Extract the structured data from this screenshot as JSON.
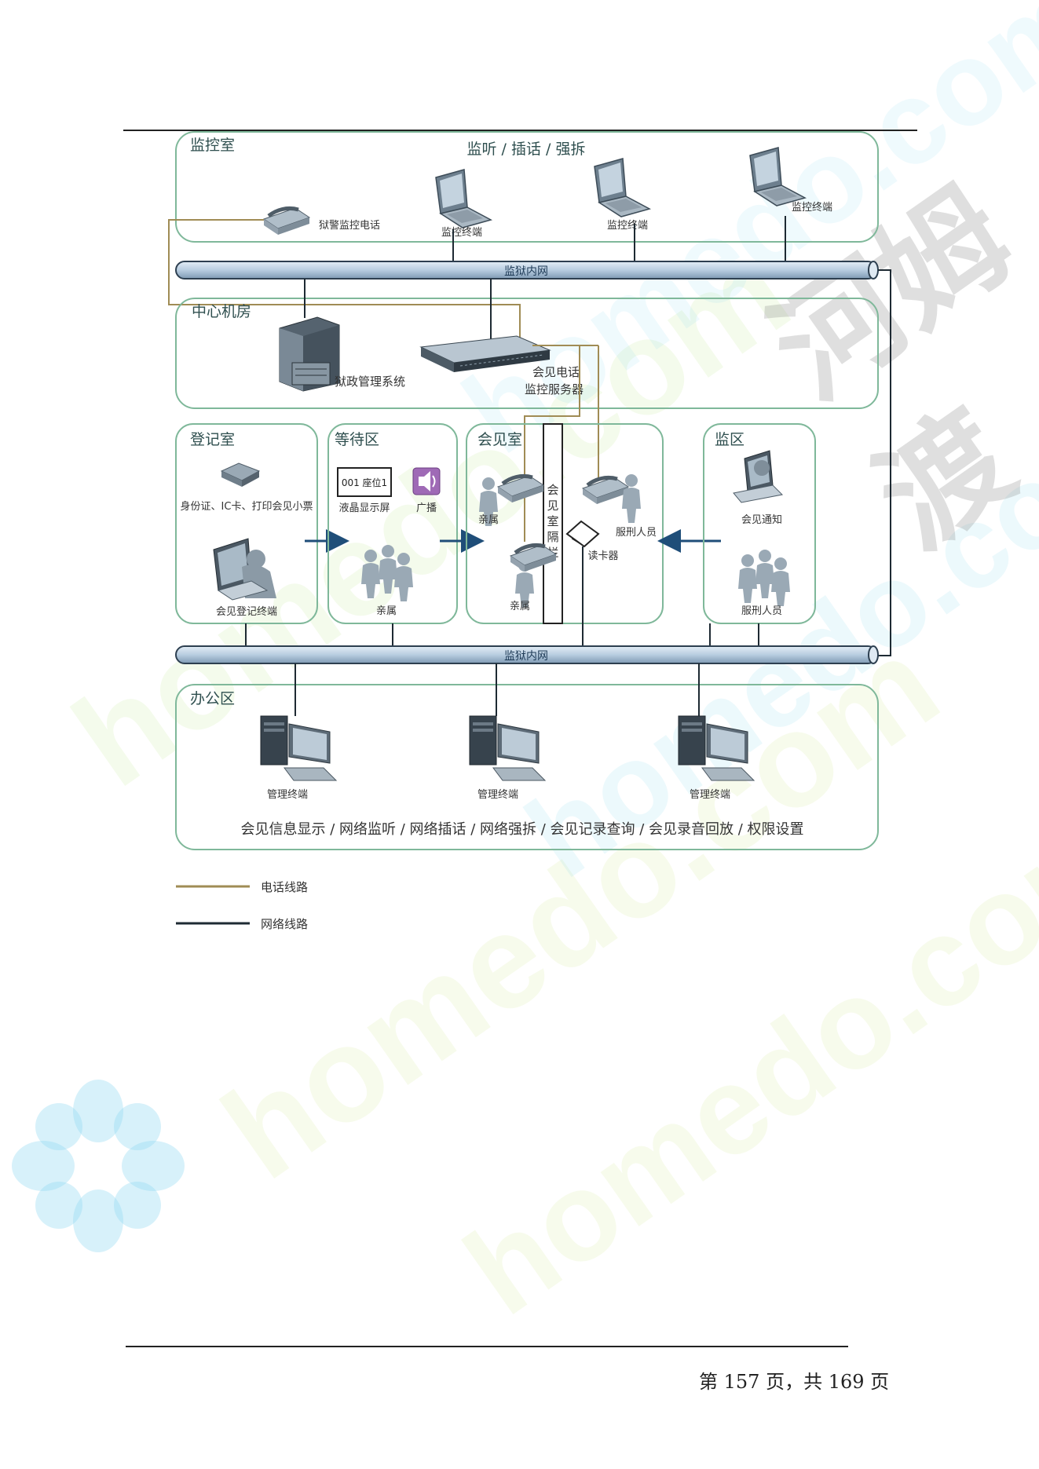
{
  "diagram": {
    "zones": {
      "monitor_room": "监控室",
      "monitor_room_caption": "监听 / 插话 / 强拆",
      "center_room": "中心机房",
      "register_room": "登记室",
      "waiting_area": "等待区",
      "meeting_room": "会见室",
      "prison_area": "监区",
      "office_area": "办公区",
      "office_caption": "会见信息显示 / 网络监听 / 网络插话 / 网络强拆 / 会见记录查询 / 会见录音回放 / 权限设置"
    },
    "labels": {
      "police_phone": "狱警监控电话",
      "monitor_terminal": "监控终端",
      "network_bus": "监狱内网",
      "prison_mgmt_system": "狱政管理系统",
      "server_line1": "会见电话",
      "server_line2": "监控服务器",
      "id_card_print": "身份证、IC卡、打印会见小票",
      "register_terminal": "会见登记终端",
      "lcd_content": "001 座位1",
      "lcd_screen": "液晶显示屏",
      "broadcast": "广播",
      "relatives": "亲属",
      "partition": "会见室隔栏",
      "inmate": "服刑人员",
      "card_reader": "读卡器",
      "meeting_notice": "会见通知",
      "mgmt_terminal": "管理终端"
    },
    "legend": {
      "phone_line": "电话线路",
      "network_line": "网络线路"
    },
    "colors": {
      "zone_border": "#7fb89a",
      "phone_line": "#a08c55",
      "network_line": "#1e2a33",
      "bus_fill": "#b8cde0",
      "arrow": "#1f4e79"
    }
  },
  "footer": {
    "page_text": "第 157 页，共 169 页"
  },
  "watermark": {
    "text": "homedo.com",
    "cn_text": "河姆渡"
  }
}
